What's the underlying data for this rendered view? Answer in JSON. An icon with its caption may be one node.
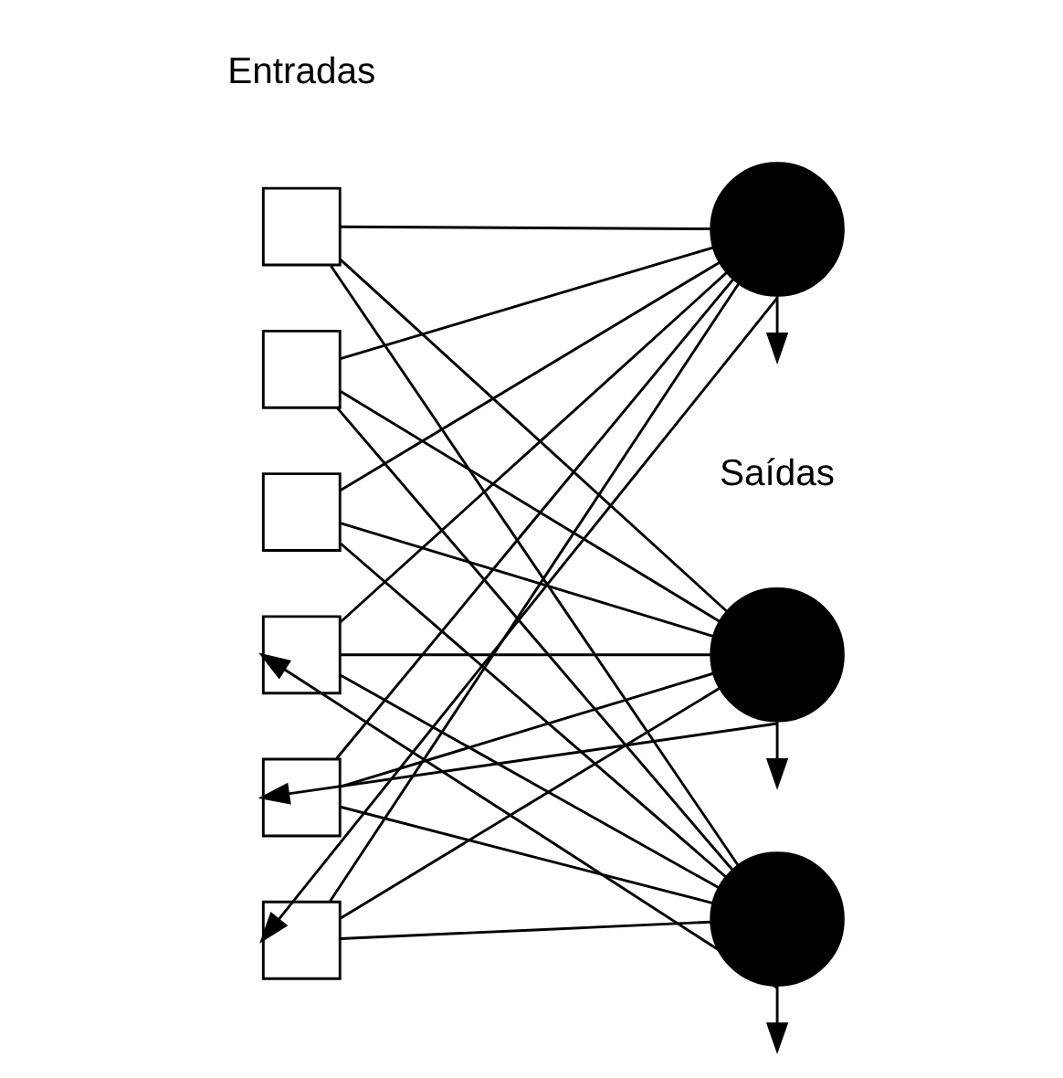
{
  "diagram": {
    "nodes": [
      {
        "text": [],
        "shape": "box"
      },
      {
        "text": [],
        "shape": "box"
      },
      {
        "text": [],
        "shape": "box"
      },
      {
        "text": [],
        "shape": "box"
      },
      {
        "text": [],
        "shape": "box"
      },
      {
        "text": [],
        "shape": "box"
      },
      {
        "text": [],
        "shape": "circle"
      },
      {
        "text": [],
        "shape": "circle"
      },
      {
        "text": [],
        "shape": "circle"
      }
    ],
    "edges": [
      {
        "from": 0,
        "to": 6,
        "arrow": "none"
      },
      {
        "from": 0,
        "to": 7,
        "arrow": "none"
      },
      {
        "from": 0,
        "to": 8,
        "arrow": "none"
      },
      {
        "from": 1,
        "to": 6,
        "arrow": "none"
      },
      {
        "from": 1,
        "to": 7,
        "arrow": "none"
      },
      {
        "from": 1,
        "to": 8,
        "arrow": "none"
      },
      {
        "from": 2,
        "to": 6,
        "arrow": "none"
      },
      {
        "from": 2,
        "to": 7,
        "arrow": "none"
      },
      {
        "from": 2,
        "to": 8,
        "arrow": "none"
      },
      {
        "from": 3,
        "to": 6,
        "arrow": "none"
      },
      {
        "from": 3,
        "to": 7,
        "arrow": "none"
      },
      {
        "from": 3,
        "to": 8,
        "arrow": "none"
      },
      {
        "from": 4,
        "to": 6,
        "arrow": "none"
      },
      {
        "from": 4,
        "to": 7,
        "arrow": "none"
      },
      {
        "from": 4,
        "to": 8,
        "arrow": "none"
      },
      {
        "from": 5,
        "to": 6,
        "arrow": "none"
      },
      {
        "from": 5,
        "to": 7,
        "arrow": "none"
      },
      {
        "from": 5,
        "to": 8,
        "arrow": "none"
      },
      {
        "from": 6,
        "to": null,
        "arrow": "to"
      },
      {
        "from": 7,
        "to": null,
        "arrow": "to"
      },
      {
        "from": 8,
        "to": null,
        "arrow": "to"
      },
      {
        "from": 8,
        "to": 3,
        "arrow": "to"
      },
      {
        "from": 7,
        "to": 4,
        "arrow": "to"
      },
      {
        "from": 6,
        "to": 5,
        "arrow": "to"
      }
    ],
    "labels": [
      "Entradas",
      "Saídas"
    ]
  }
}
